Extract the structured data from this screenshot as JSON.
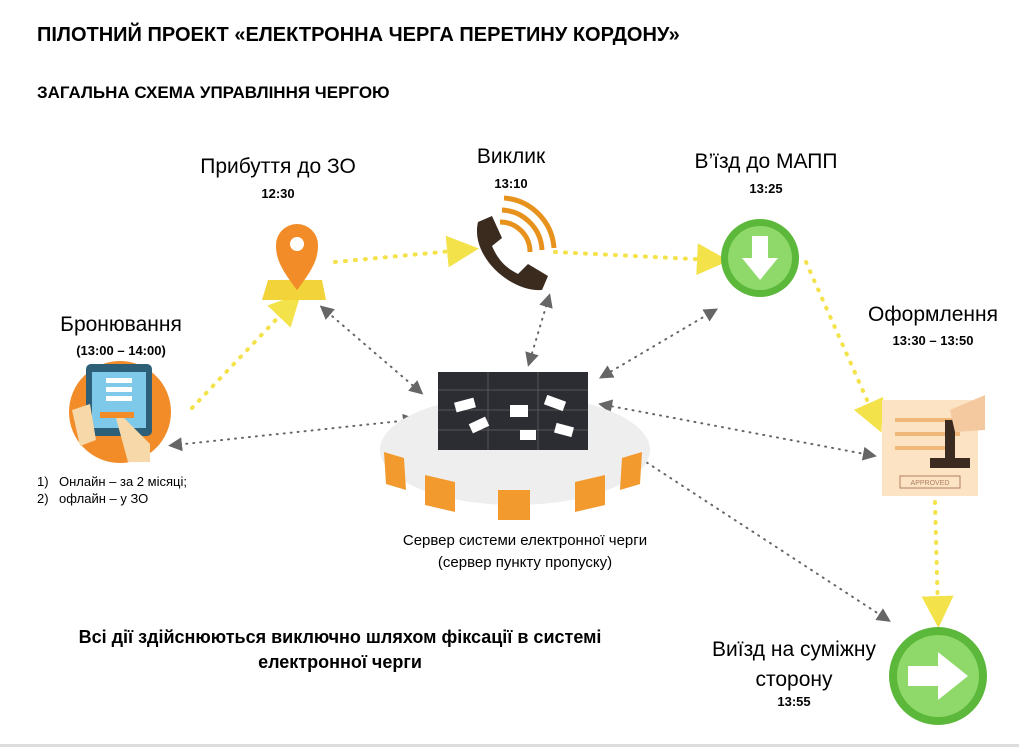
{
  "header": {
    "title": "ПІЛОТНИЙ ПРОЕКТ «ЕЛЕКТРОННА ЧЕРГА ПЕРЕТИНУ КОРДОНУ»",
    "subtitle": "ЗАГАЛЬНА СХЕМА УПРАВЛІННЯ ЧЕРГОЮ"
  },
  "steps": {
    "booking": {
      "label": "Бронювання",
      "time": "(13:00 – 14:00)",
      "options": [
        {
          "num": "1)",
          "text": "Онлайн – за 2 місяці;"
        },
        {
          "num": "2)",
          "text": "офлайн – у ЗО"
        }
      ],
      "icon": "tablet-icon"
    },
    "arrival": {
      "label": "Прибуття до ЗО",
      "time": "12:30",
      "icon": "map-pin-icon"
    },
    "call": {
      "label": "Виклик",
      "time": "13:10",
      "icon": "phone-icon"
    },
    "entry": {
      "label": "В’їзд до МАПП",
      "time": "13:25",
      "icon": "arrow-down-icon"
    },
    "processing": {
      "label": "Оформлення",
      "time": "13:30 – 13:50",
      "icon": "approved-document-icon",
      "stamp_text": "APPROVED"
    },
    "exit": {
      "label_line1": "Виїзд на суміжну",
      "label_line2": "сторону",
      "time": "13:55",
      "icon": "arrow-right-icon"
    }
  },
  "server": {
    "caption_line1": "Сервер системи електронної черги",
    "caption_line2": "(сервер пункту пропуску)"
  },
  "note": {
    "line1": "Всі дії здійснюються виключно шляхом фіксації в системі",
    "line2": "електронної черги"
  },
  "colors": {
    "flow": "#f3e24a",
    "sync": "#666666",
    "orange": "#f28c28",
    "green": "#6cc24a"
  }
}
